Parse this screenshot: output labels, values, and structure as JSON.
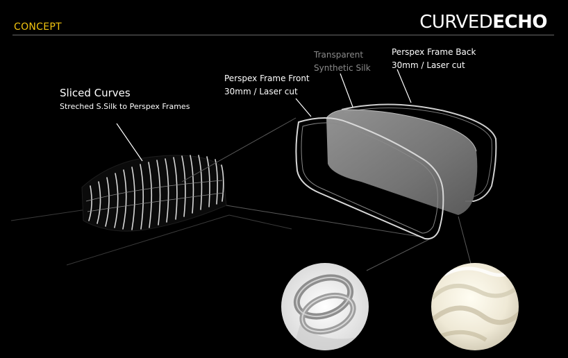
{
  "header": {
    "section": "CONCEPT",
    "brand_part1": "CURVED",
    "brand_part2": "ECHO"
  },
  "labels": {
    "sliced_title": "Sliced Curves",
    "sliced_sub": "Streched S.Silk to Perspex Frames",
    "front_title": "Perspex Frame Front",
    "front_sub": "30mm / Laser cut",
    "silk_line1": "Transparent",
    "silk_line2": "Synthetic Silk",
    "back_title": "Perspex Frame Back",
    "back_sub": "30mm / Laser cut"
  },
  "colors": {
    "accent": "#f2c40f",
    "background": "#000000",
    "text": "#ffffff",
    "muted": "#8a8a8a"
  }
}
